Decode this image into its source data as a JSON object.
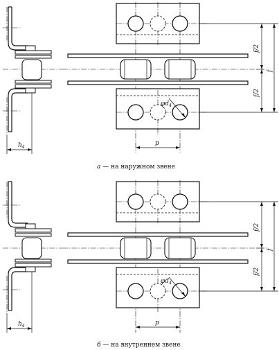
{
  "figures": [
    {
      "id": "a",
      "caption_letter": "а",
      "caption_text": " — на наружном звене",
      "labels": {
        "h": "h",
        "h_sub": "4",
        "p": "p",
        "f": "f",
        "f_half": "f/2",
        "d": "φd",
        "d_sub": "4"
      }
    },
    {
      "id": "b",
      "caption_letter": "б",
      "caption_text": " — на внутреннем звене",
      "labels": {
        "h": "h",
        "h_sub": "4",
        "p": "p",
        "f": "f",
        "f_half": "f/2",
        "d": "φd",
        "d_sub": "4"
      }
    }
  ]
}
